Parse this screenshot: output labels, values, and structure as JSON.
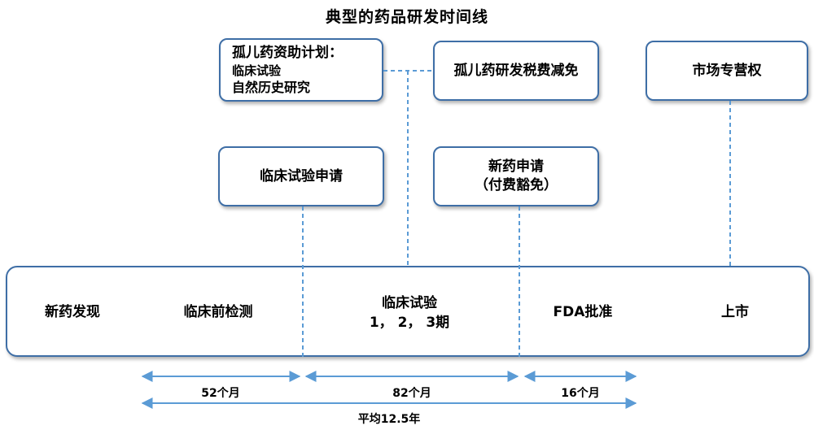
{
  "title": "典型的药品研发时间线",
  "boxes": {
    "orphan_grant": {
      "heading": "孤儿药资助计划：",
      "line1": "临床试验",
      "line2": "自然历史研究"
    },
    "orphan_tax": "孤儿药研发税费减免",
    "market_exclusivity": "市场专营权",
    "ind": "临床试验申请",
    "nda": {
      "line1": "新药申请",
      "line2": "（付费豁免）"
    }
  },
  "stages": {
    "discovery": "新药发现",
    "preclinical": "临床前检测",
    "clinical": {
      "line1": "临床试验",
      "line2": "1， 2， 3期"
    },
    "fda": "FDA批准",
    "launch": "上市"
  },
  "durations": {
    "preclinical": "52个月",
    "clinical": "82个月",
    "review": "16个月",
    "total": "平均12.5年"
  },
  "colors": {
    "border": "#3e6ea6",
    "connector": "#5b9bd5"
  }
}
